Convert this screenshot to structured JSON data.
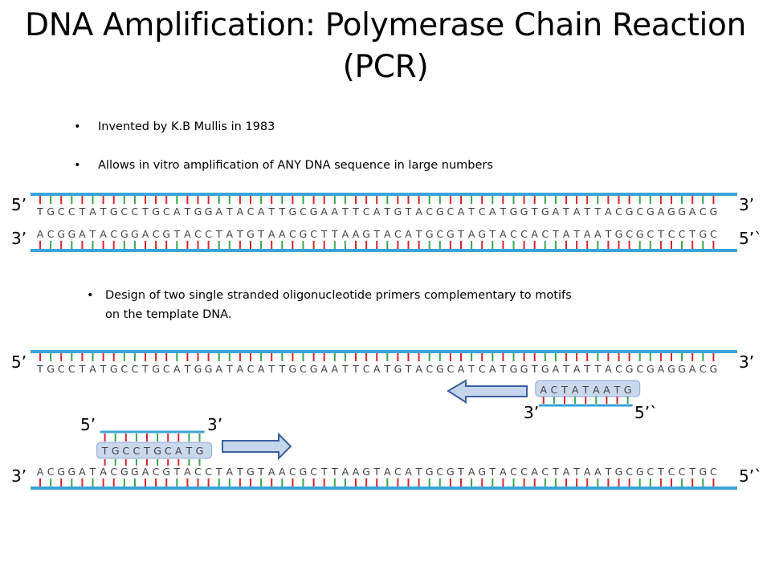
{
  "title": "DNA Amplification: Polymerase Chain Reaction (PCR)",
  "bullets": [
    {
      "symbol": "•",
      "text": "Invented by K.B Mullis in 1983"
    },
    {
      "symbol": "•",
      "text": "Allows in vitro amplification of ANY DNA sequence in large numbers"
    }
  ],
  "bullet3": {
    "symbol": "•",
    "line1": "Design of two single stranded oligonucleotide primers complementary to motifs",
    "line2": "on the template DNA."
  },
  "dna": {
    "top_strand": "TGCCTATGCCTGCATGGATACATTGCGAATTCATGTACGCATCATGGTGATATTACGCGAGGACG",
    "bottom_strand": "ACGGATACGGACGTACCTATGTAACGCTTAAGTACATGCGTAGTACCACTATAATGCGCTCCTGC",
    "labels": {
      "five_prime": "5’",
      "three_prime": "3’",
      "five_prime_alt": "5’`"
    },
    "primer_right": "ACTATAATG",
    "primer_left": "TGCCTGCATG"
  },
  "colors": {
    "strand_blue": "#3aa3d8",
    "tick_red": "#d9262b",
    "tick_green": "#3aa64a",
    "primer_fill": "#c9d8ec",
    "primer_stroke": "#8da9cf",
    "arrow_fill": "#c4d5ec",
    "arrow_stroke": "#3a5f9f"
  }
}
